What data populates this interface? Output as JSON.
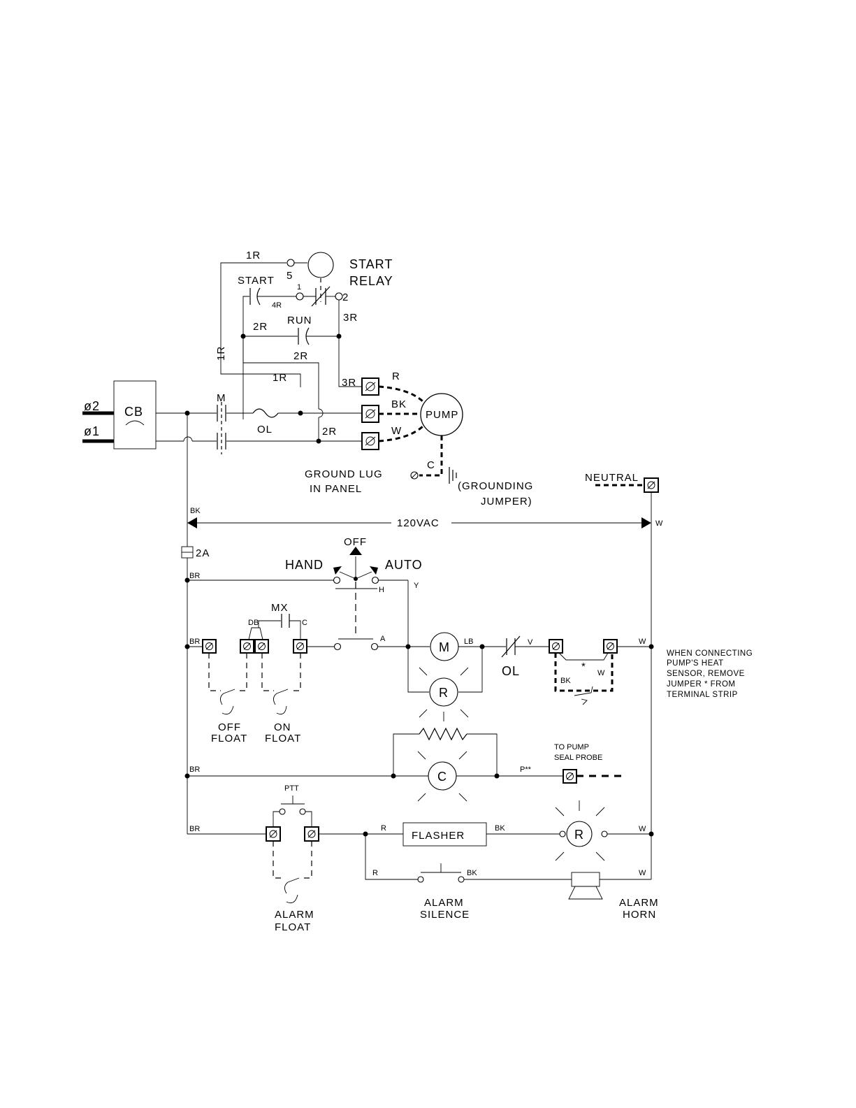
{
  "labels": {
    "phase2": "ø2",
    "phase1": "ø1",
    "cb": "CB",
    "m": "M",
    "ol_top": "OL",
    "start_relay_line1": "START",
    "start_relay_line2": "RELAY",
    "start_cap": "START",
    "run_cap": "RUN",
    "wire_1r_a": "1R",
    "wire_1r_b": "1R",
    "wire_1r_c": "1R",
    "wire_2r_a": "2R",
    "wire_2r_b": "2R",
    "wire_2r_c": "2R",
    "wire_3r_a": "3R",
    "wire_3r_b": "3R",
    "wire_4r": "4R",
    "relay_pin5": "5",
    "relay_pin1": "1",
    "relay_pin2": "2",
    "pump_r": "R",
    "pump_bk": "BK",
    "pump_w": "W",
    "pump": "PUMP",
    "pump_c": "C",
    "ground_lug_line1": "GROUND LUG",
    "ground_lug_line2": "IN PANEL",
    "grounding_jumper_line1": "(GROUNDING",
    "grounding_jumper_line2": "JUMPER)",
    "neutral": "NEUTRAL",
    "bk_wire": "BK",
    "w_wire_neutral": "W",
    "vac": "120VAC",
    "fuse": "2A",
    "off": "OFF",
    "hand": "HAND",
    "auto": "AUTO",
    "br_1": "BR",
    "br_2": "BR",
    "br_3": "BR",
    "br_4": "BR",
    "y_wire": "Y",
    "h_wire": "H",
    "a_wire": "A",
    "mx": "MX",
    "db": "DB",
    "c_wire": "C",
    "motor_m": "M",
    "lb": "LB",
    "ol_mid": "OL",
    "v_wire": "V",
    "w_wire_1": "W",
    "w_wire_2": "W",
    "w_wire_3": "W",
    "w_wire_4": "W",
    "r_lamp": "R",
    "star": "*",
    "heat_w": "W",
    "heat_bk": "BK",
    "off_float_line1": "OFF",
    "off_float_line2": "FLOAT",
    "on_float_line1": "ON",
    "on_float_line2": "FLOAT",
    "c_lamp": "C",
    "p_wire": "P**",
    "seal_probe_line1": "TO PUMP",
    "seal_probe_line2": "SEAL PROBE",
    "ptt": "PTT",
    "r_wire_1": "R",
    "r_wire_2": "R",
    "flasher": "FLASHER",
    "bk_wire_2": "BK",
    "bk_wire_3": "BK",
    "r_lamp_2": "R",
    "alarm_float_line1": "ALARM",
    "alarm_float_line2": "FLOAT",
    "alarm_silence_line1": "ALARM",
    "alarm_silence_line2": "SILENCE",
    "alarm_horn_line1": "ALARM",
    "alarm_horn_line2": "HORN"
  },
  "note": {
    "line1": "WHEN CONNECTING",
    "line2": "PUMP'S HEAT",
    "line3": "SENSOR, REMOVE",
    "line4": "JUMPER * FROM",
    "line5": "TERMINAL STRIP"
  }
}
